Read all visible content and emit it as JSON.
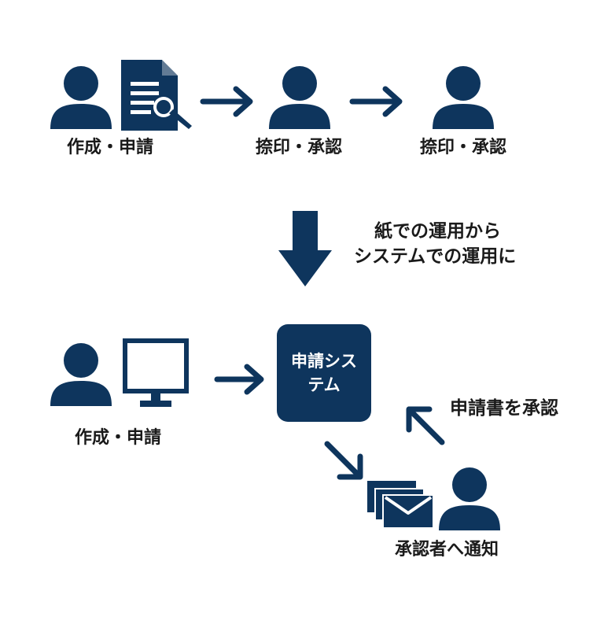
{
  "colors": {
    "primary": "#0e355d",
    "text": "#1a1a1a",
    "background": "#ffffff"
  },
  "top_flow": {
    "step1_label": "作成・申請",
    "step2_label": "捺印・承認",
    "step3_label": "捺印・承認",
    "icons": [
      "person-icon",
      "document-icon",
      "arrow-right-icon",
      "person-icon",
      "arrow-right-icon",
      "person-icon"
    ]
  },
  "transition": {
    "note_line1": "紙での運用から",
    "note_line2": "システムでの運用に",
    "icon": "arrow-down-icon"
  },
  "bottom_flow": {
    "applicant_label": "作成・申請",
    "system_label": "申請システム",
    "notify_label": "承認者へ通知",
    "approve_label": "申請書を承認",
    "icons": [
      "person-icon",
      "monitor-icon",
      "arrow-right-icon",
      "arrow-down-right-icon",
      "mail-stack-icon",
      "person-icon",
      "arrow-up-left-icon"
    ]
  }
}
